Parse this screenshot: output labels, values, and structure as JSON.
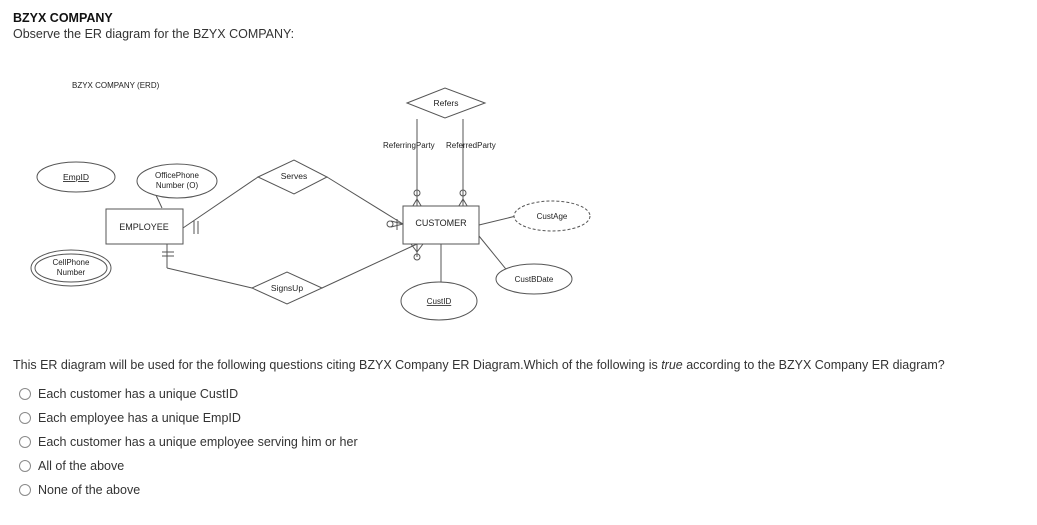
{
  "header": {
    "title": "BZYX COMPANY",
    "subtitle": "Observe the ER diagram for the BZYX COMPANY:"
  },
  "diagram": {
    "caption": "BZYX COMPANY (ERD)",
    "entities": {
      "employee": "EMPLOYEE",
      "customer": "CUSTOMER"
    },
    "relationships": {
      "refers": "Refers",
      "serves": "Serves",
      "signsup": "SignsUp"
    },
    "attributes": {
      "empid": "EmpID",
      "office_phone_1": "OfficePhone",
      "office_phone_2": "Number (O)",
      "cellphone_1": "CellPhone",
      "cellphone_2": "Number",
      "custage": "CustAge",
      "custbdate": "CustBDate",
      "custid": "CustID"
    },
    "role_labels": {
      "referring": "ReferringParty",
      "referred": "ReferredParty"
    }
  },
  "question": {
    "text_before": "This ER diagram will be used for the following questions citing BZYX Company ER Diagram.Which of the following is ",
    "emphasis": "true",
    "text_after": " according to the BZYX Company ER diagram?",
    "options": [
      "Each customer has a unique CustID",
      "Each employee has a unique EmpID",
      "Each customer has a unique employee serving him or her",
      "All of the above",
      "None of the above"
    ]
  }
}
